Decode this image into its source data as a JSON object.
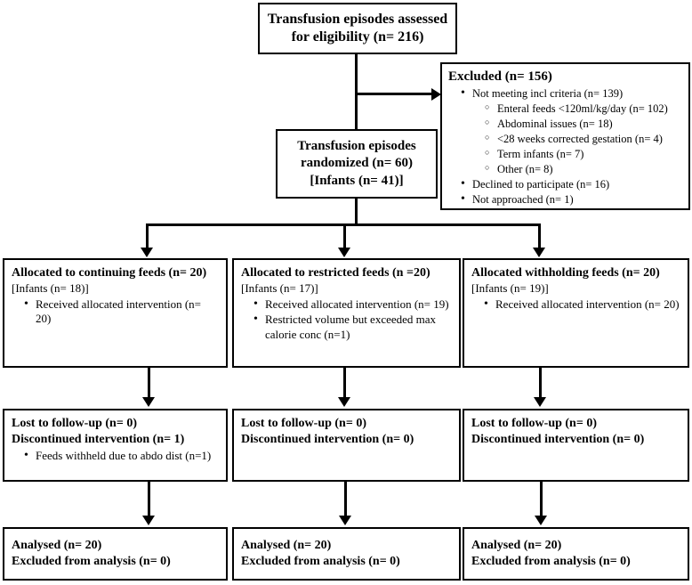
{
  "diagram": {
    "type": "consort-flow-diagram",
    "enrollment": {
      "assessed": {
        "lines": [
          "Transfusion episodes assessed",
          "for eligibility (n= 216)"
        ]
      },
      "excluded": {
        "title": "Excluded (n= 156)",
        "items": [
          {
            "label": "Not meeting incl criteria (n= 139)",
            "subitems": [
              "Enteral feeds <120ml/kg/day (n= 102)",
              "Abdominal issues (n= 18)",
              "<28 weeks corrected gestation (n= 4)",
              "Term infants (n= 7)",
              "Other (n= 8)"
            ]
          },
          {
            "label": "Declined to participate (n= 16)",
            "subitems": []
          },
          {
            "label": "Not approached (n= 1)",
            "subitems": []
          }
        ]
      },
      "randomized": {
        "lines": [
          "Transfusion episodes",
          "randomized (n= 60)",
          "[Infants (n= 41)]"
        ]
      }
    },
    "allocation": [
      {
        "title": "Allocated to continuing feeds (n= 20)",
        "infants": "[Infants (n= 18)]",
        "items": [
          "Received allocated intervention (n= 20)"
        ]
      },
      {
        "title": "Allocated to restricted feeds (n =20)",
        "infants": "[Infants (n= 17)]",
        "items": [
          "Received allocated intervention (n= 19)",
          "Restricted volume but exceeded max calorie conc (n=1)"
        ]
      },
      {
        "title": "Allocated withholding feeds (n= 20)",
        "infants": "[Infants (n= 19)]",
        "items": [
          "Received allocated intervention (n= 20)"
        ]
      }
    ],
    "followup": [
      {
        "lost": "Lost to follow-up (n= 0)",
        "discontinued": "Discontinued intervention (n= 1)",
        "items": [
          "Feeds withheld due to abdo dist (n=1)"
        ]
      },
      {
        "lost": "Lost to follow-up (n= 0)",
        "discontinued": "Discontinued intervention (n= 0)",
        "items": []
      },
      {
        "lost": "Lost to follow-up (n= 0)",
        "discontinued": "Discontinued intervention (n= 0)",
        "items": []
      }
    ],
    "analysis": [
      {
        "analysed": "Analysed (n= 20)",
        "excluded": "Excluded from analysis (n= 0)"
      },
      {
        "analysed": "Analysed (n= 20)",
        "excluded": "Excluded from analysis (n= 0)"
      },
      {
        "analysed": "Analysed (n= 20)",
        "excluded": "Excluded from analysis (n= 0)"
      }
    ]
  }
}
